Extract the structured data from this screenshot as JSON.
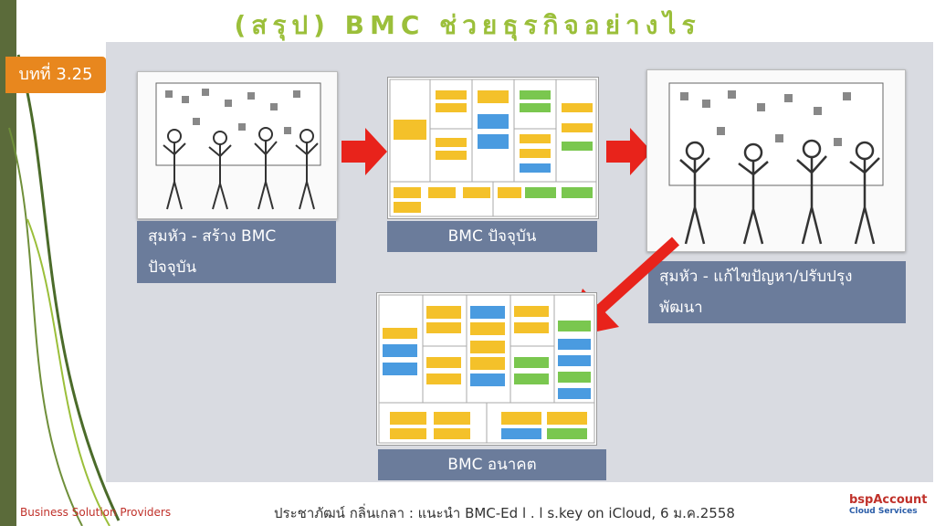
{
  "slide": {
    "title": "(สรุป) BMC ช่วยธุรกิจอย่างไร",
    "tag": "บทที่ 3.25"
  },
  "captions": {
    "step1": "สุมหัว - สร้าง BMC ปัจจุบัน",
    "step2": "BMC ปัจจุบัน",
    "step3": "สุมหัว - แก้ไขปัญหา/ปรับปรุงพัฒนา",
    "step4": "BMC อนาคต"
  },
  "footer": {
    "company": "Business Solution Providers",
    "credit": "ประชาภัฒน์ กลิ่นเกลา : แนะนำ BMC-Ed l . l s.key on iCloud, 6 ม.ค.2558",
    "logo_top": "bspAccount",
    "logo_bottom": "Cloud Services"
  },
  "colors": {
    "accent": "#e8871e",
    "title": "#9bbf3a",
    "caption_bg": "#6b7c9b",
    "arrow": "#e8231b"
  }
}
